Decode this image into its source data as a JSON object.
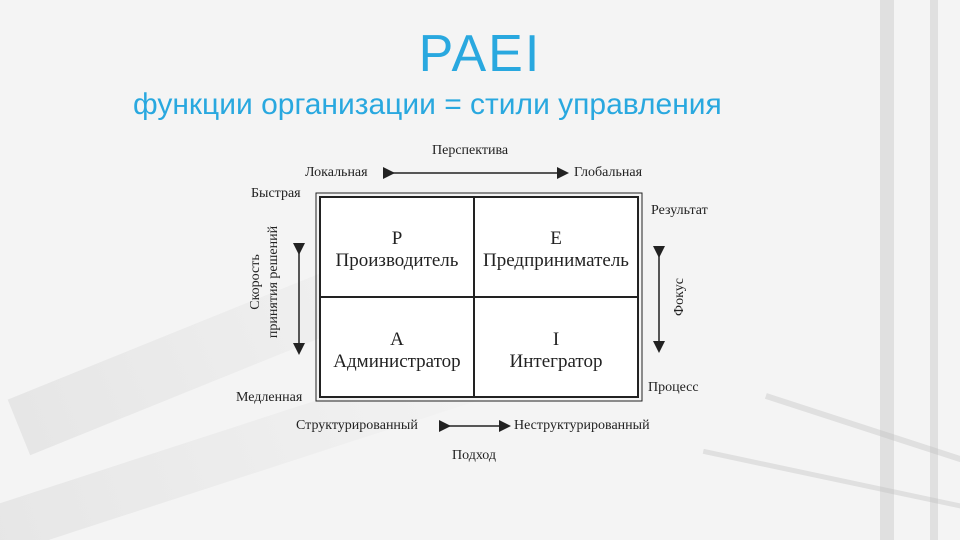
{
  "slide": {
    "title": "PAEI",
    "subtitle": "функции организации = стили управления"
  },
  "diagram": {
    "top_axis": {
      "label": "Перспектива",
      "left": "Локальная",
      "right": "Глобальная"
    },
    "left_axis": {
      "label_line1": "Скорость",
      "label_line2": "принятия решений",
      "top": "Быстрая",
      "bottom": "Медленная"
    },
    "right_axis": {
      "label": "Фокус",
      "top": "Результат",
      "bottom": "Процесс"
    },
    "bottom_axis": {
      "label": "Подход",
      "left": "Структурированный",
      "right": "Неструктурированный"
    },
    "cells": [
      {
        "letter": "P",
        "role": "Производитель"
      },
      {
        "letter": "E",
        "role": "Предприниматель"
      },
      {
        "letter": "A",
        "role": "Администратор"
      },
      {
        "letter": "I",
        "role": "Интегратор"
      }
    ]
  }
}
